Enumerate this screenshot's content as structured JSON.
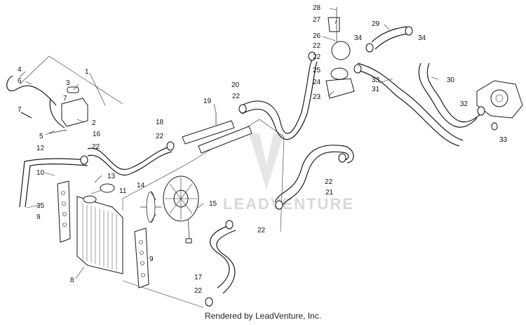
{
  "footer": "Rendered by LeadVenture, Inc.",
  "watermark": "LEADVENTURE",
  "callouts": [
    "1",
    "2",
    "3",
    "4",
    "5",
    "6",
    "7",
    "7",
    "8",
    "9",
    "9",
    "10",
    "11",
    "12",
    "13",
    "14",
    "15",
    "16",
    "17",
    "18",
    "19",
    "20",
    "21",
    "22",
    "22",
    "22",
    "22",
    "22",
    "22",
    "22",
    "22",
    "23",
    "24",
    "25",
    "26",
    "27",
    "28",
    "29",
    "30",
    "31",
    "32",
    "33",
    "33",
    "34",
    "34",
    "35"
  ]
}
